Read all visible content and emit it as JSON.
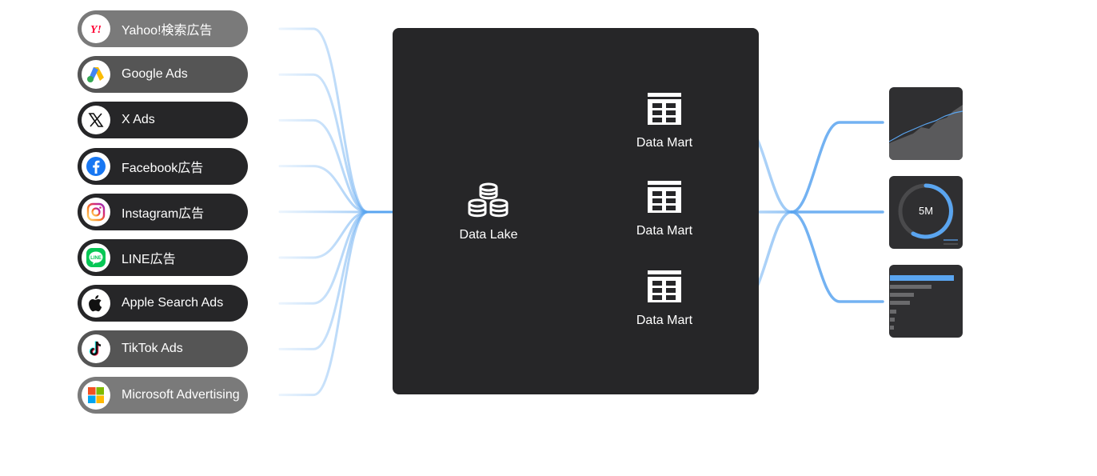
{
  "sources": [
    {
      "label": "Yahoo!検索広告",
      "icon": "yahoo-icon",
      "bg": "#7a7a7a"
    },
    {
      "label": "Google Ads",
      "icon": "google-ads-icon",
      "bg": "#555555"
    },
    {
      "label": "X Ads",
      "icon": "x-icon",
      "bg": "#262628"
    },
    {
      "label": "Facebook広告",
      "icon": "facebook-icon",
      "bg": "#262628"
    },
    {
      "label": "Instagram広告",
      "icon": "instagram-icon",
      "bg": "#262628"
    },
    {
      "label": "LINE広告",
      "icon": "line-icon",
      "bg": "#262628"
    },
    {
      "label": "Apple Search Ads",
      "icon": "apple-icon",
      "bg": "#262628"
    },
    {
      "label": "TikTok Ads",
      "icon": "tiktok-icon",
      "bg": "#555555"
    },
    {
      "label": "Microsoft Advertising",
      "icon": "microsoft-icon",
      "bg": "#7a7a7a"
    }
  ],
  "lake": {
    "label": "Data Lake",
    "icon": "database-icon"
  },
  "marts": [
    {
      "label": "Data Mart",
      "icon": "table-icon"
    },
    {
      "label": "Data Mart",
      "icon": "table-icon"
    },
    {
      "label": "Data Mart",
      "icon": "table-icon"
    }
  ],
  "outputs": {
    "gauge_value": "5M"
  },
  "colors": {
    "accent": "#5aa5f0",
    "dark": "#262628",
    "panel": "#2f2f31"
  }
}
